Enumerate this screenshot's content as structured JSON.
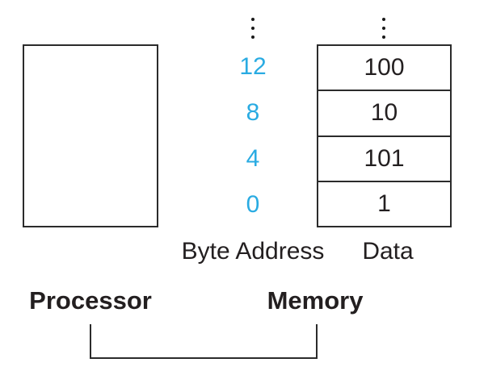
{
  "figure": {
    "processor": {
      "label": "Processor"
    },
    "memory": {
      "label": "Memory",
      "columns": {
        "address": "Byte Address",
        "data": "Data"
      },
      "rows": [
        {
          "address": "12",
          "value": "100"
        },
        {
          "address": "8",
          "value": "10"
        },
        {
          "address": "4",
          "value": "101"
        },
        {
          "address": "0",
          "value": "1"
        }
      ]
    },
    "icons": {
      "address_continuation": "vertical-ellipsis",
      "data_continuation": "vertical-ellipsis"
    },
    "colors": {
      "address_accent": "#29abe2",
      "line": "#2b2b2b",
      "text": "#231f20"
    }
  }
}
